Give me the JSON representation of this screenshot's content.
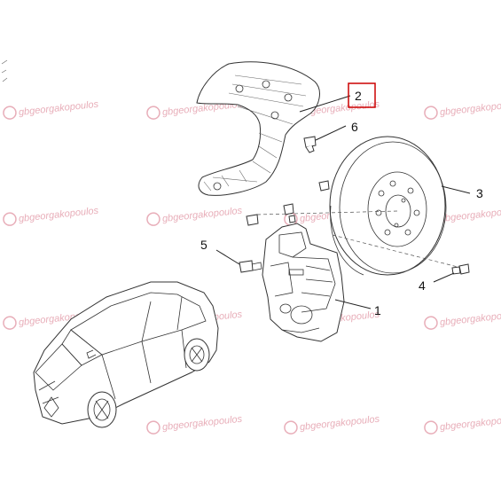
{
  "callouts": {
    "caliper": "1",
    "splash_shield": "2",
    "disc": "3",
    "disc_screw": "4",
    "bleed_screw": "5",
    "shield_bolt": "6"
  },
  "highlight": {
    "callout": "2",
    "color": "#cc0000"
  },
  "watermark": {
    "text": "gbgeorgakopoulos",
    "color": "#e8aeb9"
  }
}
